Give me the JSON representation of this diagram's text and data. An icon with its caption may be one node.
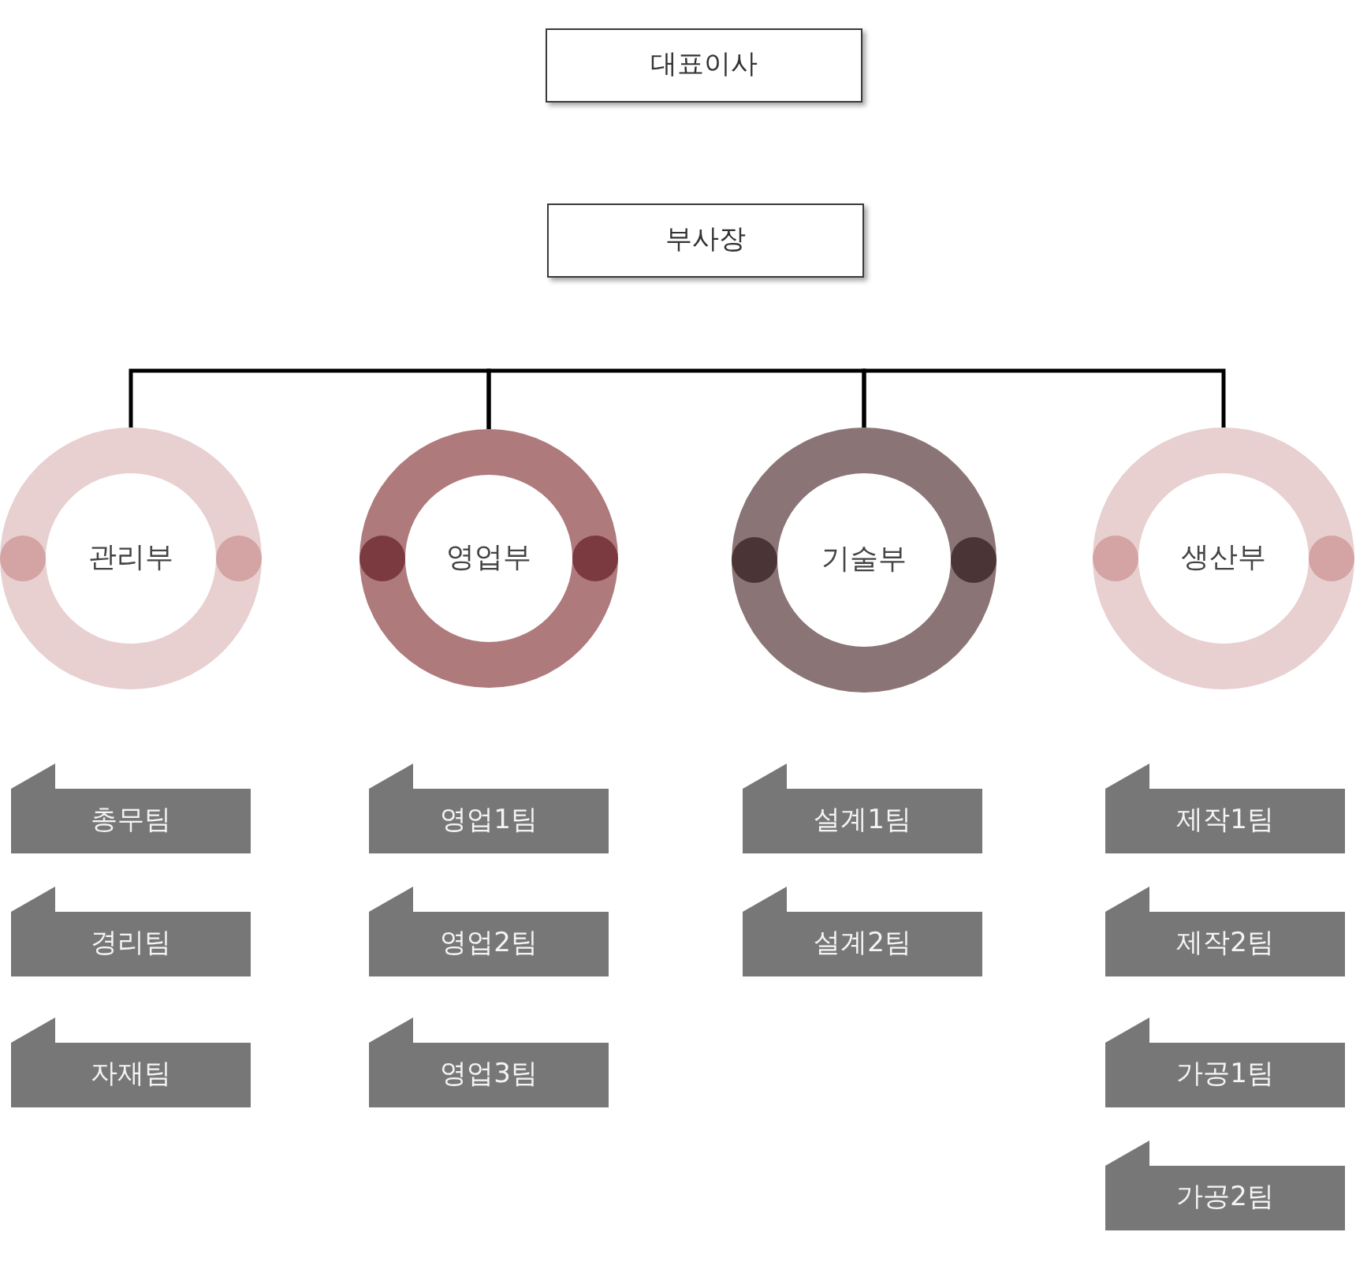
{
  "diagram": {
    "nodes": [
      {
        "text": [
          "대표이사"
        ]
      },
      {
        "text": [
          "부사장"
        ]
      },
      {
        "text": [
          "관리부"
        ]
      },
      {
        "text": [
          "영업부"
        ]
      },
      {
        "text": [
          "기술부"
        ]
      },
      {
        "text": [
          "생산부"
        ]
      },
      {
        "text": [
          "총무팀"
        ]
      },
      {
        "text": [
          "경리팀"
        ]
      },
      {
        "text": [
          "자재팀"
        ]
      },
      {
        "text": [
          "영업1팀"
        ]
      },
      {
        "text": [
          "영업2팀"
        ]
      },
      {
        "text": [
          "영업3팀"
        ]
      },
      {
        "text": [
          "설계1팀"
        ]
      },
      {
        "text": [
          "설계2팀"
        ]
      },
      {
        "text": [
          "제작1팀"
        ]
      },
      {
        "text": [
          "제작2팀"
        ]
      },
      {
        "text": [
          "가공1팀"
        ]
      },
      {
        "text": [
          "가공2팀"
        ]
      }
    ],
    "edges": [
      {
        "from": 2,
        "to": 3,
        "arrow": "none"
      },
      {
        "from": 3,
        "to": 4,
        "arrow": "none"
      },
      {
        "from": 4,
        "to": 5,
        "arrow": "none"
      }
    ]
  }
}
